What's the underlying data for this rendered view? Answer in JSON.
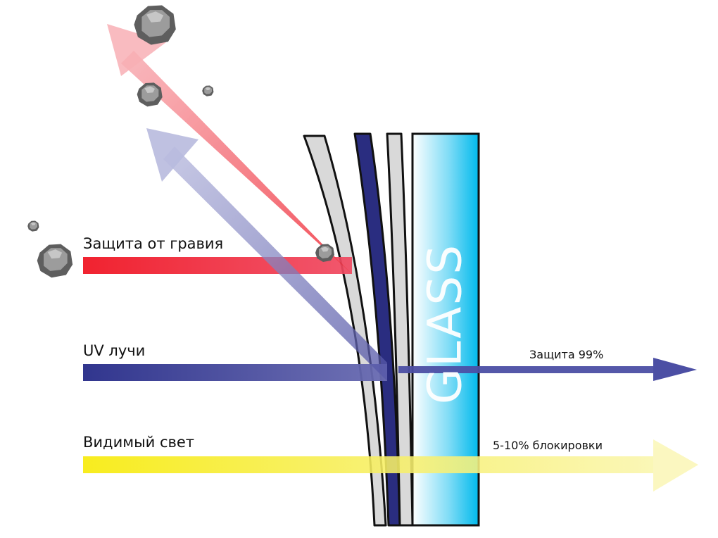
{
  "labels": {
    "gravel": "Защита от гравия",
    "uv": "UV лучи",
    "visible": "Видимый свет",
    "uv_out": "Защита 99%",
    "visible_out": "5-10% блокировки",
    "glass": "GLASS"
  },
  "colors": {
    "gravel_beam": "#f0101e",
    "uv_beam": "#2b2f8c",
    "visible_beam": "#f5e800",
    "film_layer": "#d9d9d9",
    "dark_layer": "#2a2d80",
    "glass_blue": "#00c0ee"
  },
  "icons": [
    "rock-icon"
  ]
}
